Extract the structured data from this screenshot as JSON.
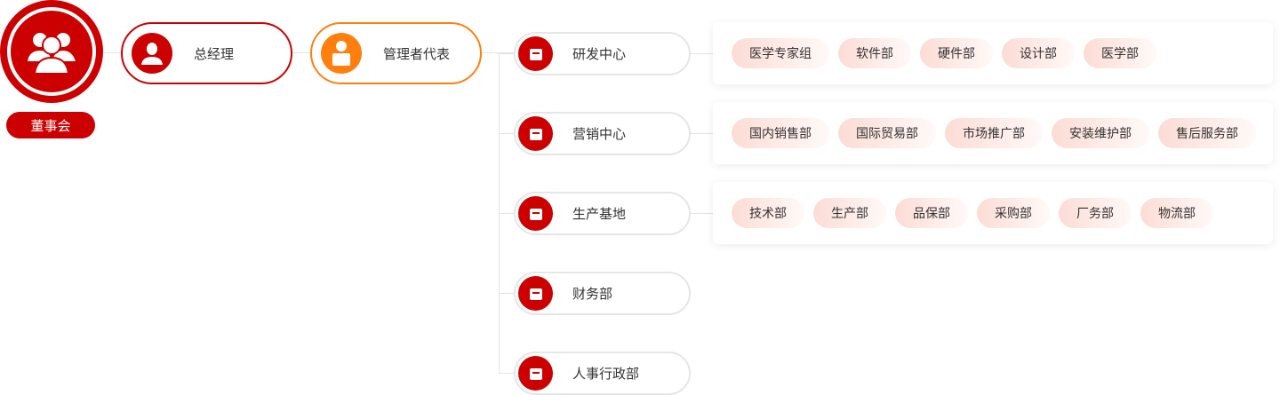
{
  "board": {
    "label": "董事会",
    "icon": "group-icon"
  },
  "gm": {
    "label": "总经理",
    "icon": "manager-icon"
  },
  "rep": {
    "label": "管理者代表",
    "icon": "representative-icon"
  },
  "colors": {
    "red": "#cc0000",
    "orange": "#ff7f0e"
  },
  "departments": [
    {
      "label": "研发中心",
      "icon": "server-gear-icon",
      "tags": [
        "医学专家组",
        "软件部",
        "硬件部",
        "设计部",
        "医学部"
      ]
    },
    {
      "label": "营销中心",
      "icon": "chart-icon",
      "tags": [
        "国内销售部",
        "国际贸易部",
        "市场推广部",
        "安装维护部",
        "售后服务部"
      ]
    },
    {
      "label": "生产基地",
      "icon": "factory-icon",
      "tags": [
        "技术部",
        "生产部",
        "品保部",
        "采购部",
        "厂务部",
        "物流部"
      ]
    },
    {
      "label": "财务部",
      "icon": "finance-icon",
      "tags": []
    },
    {
      "label": "人事行政部",
      "icon": "hr-icon",
      "tags": []
    }
  ]
}
